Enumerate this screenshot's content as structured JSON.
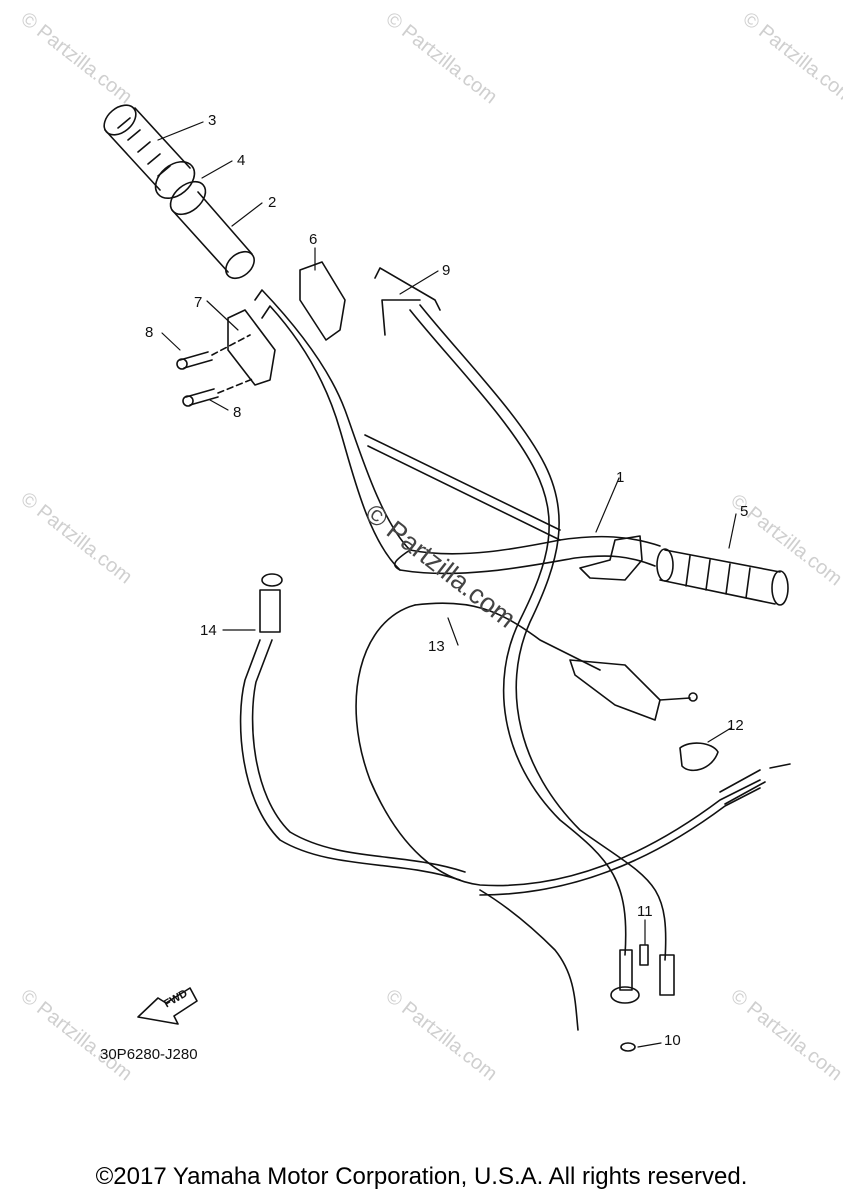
{
  "watermark": "© Partzilla.com",
  "callouts": [
    "1",
    "2",
    "3",
    "4",
    "5",
    "6",
    "7",
    "8",
    "8",
    "9",
    "10",
    "11",
    "12",
    "13",
    "14"
  ],
  "part_code": "30P6280-J280",
  "fwd_label": "FWD",
  "copyright": "©2017 Yamaha Motor Corporation, U.S.A. All rights reserved."
}
